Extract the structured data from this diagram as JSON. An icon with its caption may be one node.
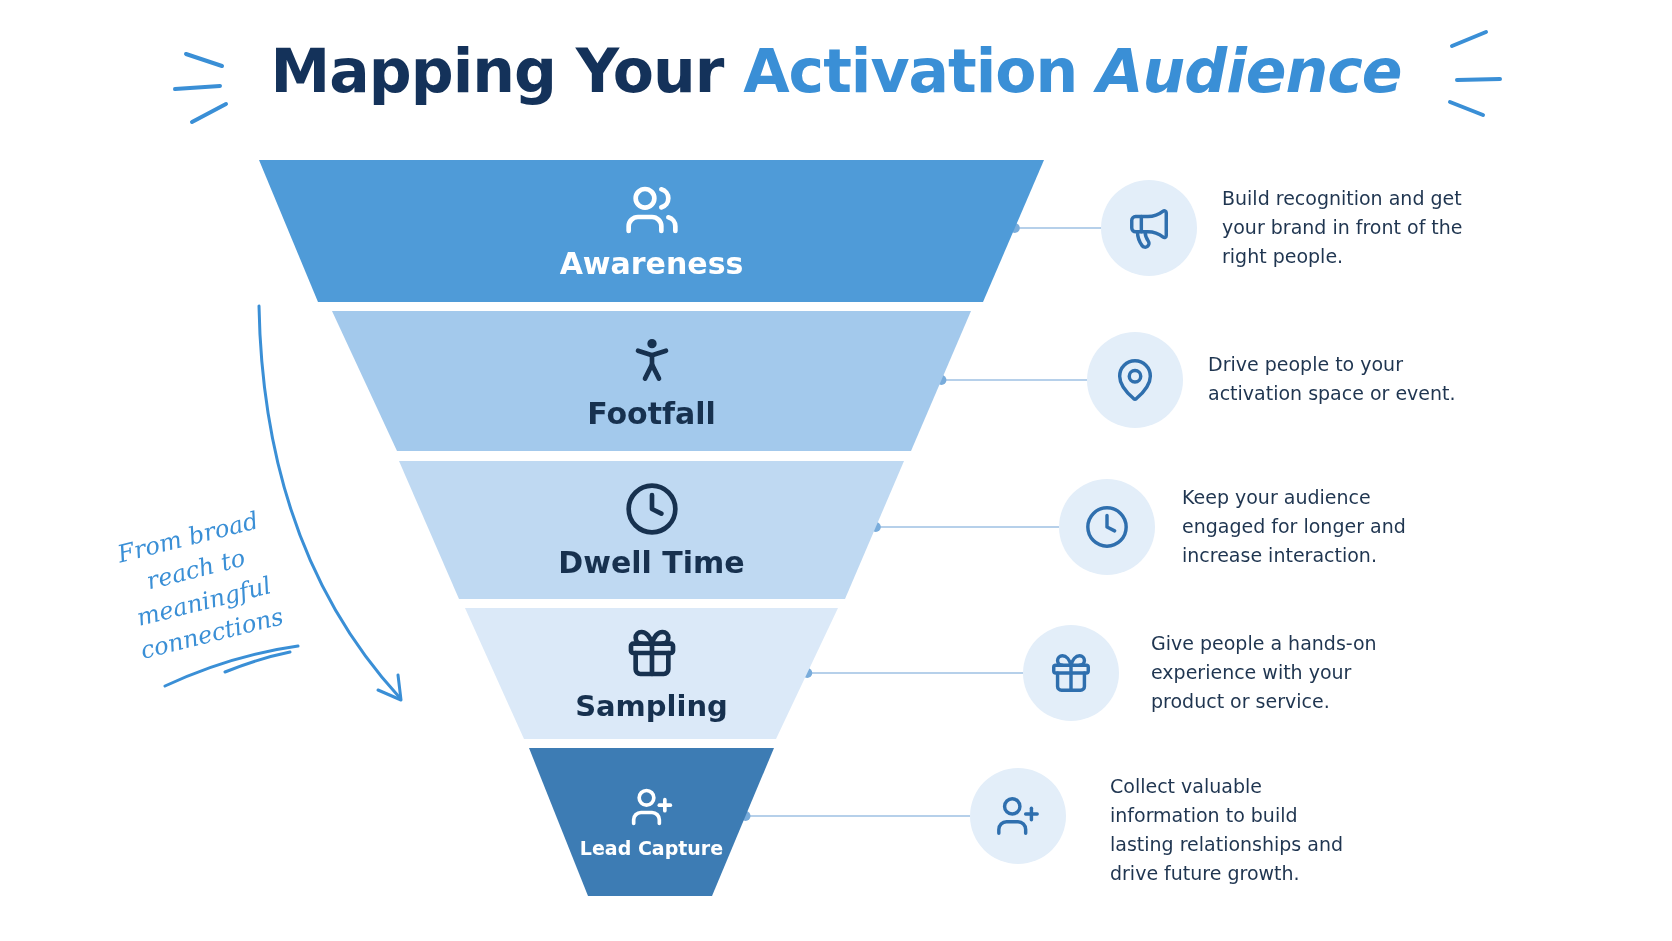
{
  "diagram": {
    "title": "Mapping Your Activation *Audience*",
    "nodes": [
      {
        "text": [
          "Awareness"
        ]
      },
      {
        "text": [
          "Footfall"
        ]
      },
      {
        "text": [
          "Dwell Time"
        ]
      },
      {
        "text": [
          "Sampling"
        ]
      },
      {
        "text": [
          "Lead Capture"
        ]
      },
      {
        "text": [],
        "shape": "circle",
        "beside": [
          "Build recognition and get your brand in front of the right people."
        ]
      },
      {
        "text": [],
        "shape": "circle",
        "beside": [
          "Drive people to your activation space or event."
        ]
      },
      {
        "text": [],
        "shape": "circle",
        "beside": [
          "Keep your audience engaged for longer and increase interaction."
        ]
      },
      {
        "text": [],
        "shape": "circle",
        "beside": [
          "Give people a hands-on experience with your product or service."
        ]
      },
      {
        "text": [],
        "shape": "circle",
        "beside": [
          "Collect valuable information to build lasting relationships and drive future growth."
        ]
      }
    ],
    "edges": [
      {
        "from": 0,
        "to": 5,
        "arrow": "other"
      },
      {
        "from": 1,
        "to": 6,
        "arrow": "other"
      },
      {
        "from": 2,
        "to": 7,
        "arrow": "other"
      },
      {
        "from": 3,
        "to": 8,
        "arrow": "other"
      },
      {
        "from": 4,
        "to": 9,
        "arrow": "other"
      }
    ],
    "labels": [
      "From broad reach to meaningful connections"
    ]
  }
}
